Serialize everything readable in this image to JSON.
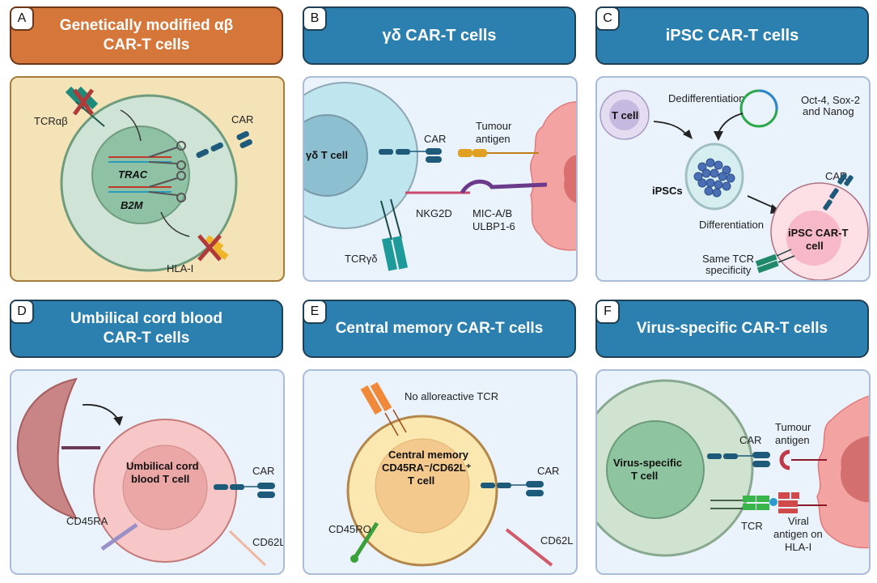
{
  "panels": [
    {
      "letter": "A",
      "title_line1": "Genetically modified αβ",
      "title_line2": "CAR-T cells",
      "header_color": "#d5773a",
      "labels": {
        "tcr": "TCRαβ",
        "car": "CAR",
        "gene1": "TRAC",
        "gene2": "B2M",
        "hla": "HLA-I"
      }
    },
    {
      "letter": "B",
      "title_line1": "γδ CAR-T cells",
      "header_color": "#2b80b0",
      "labels": {
        "cell": "γδ T cell",
        "car": "CAR",
        "antigen_line1": "Tumour",
        "antigen_line2": "antigen",
        "nkg2d": "NKG2D",
        "mic_line1": "MIC-A/B",
        "mic_line2": "ULBP1-6",
        "tcr": "TCRγδ"
      }
    },
    {
      "letter": "C",
      "title_line1": "iPSC CAR-T cells",
      "header_color": "#2b80b0",
      "labels": {
        "tcell": "T cell",
        "dediff": "Dedifferentiation",
        "factors_line1": "Oct-4, Sox-2",
        "factors_line2": "and Nanog",
        "ipscs": "iPSCs",
        "diff": "Differentiation",
        "car": "CAR",
        "cell_line1": "iPSC CAR-T",
        "cell_line2": "cell",
        "tcr_line1": "Same TCR",
        "tcr_line2": "specificity"
      }
    },
    {
      "letter": "D",
      "title_line1": "Umbilical cord blood",
      "title_line2": "CAR-T cells",
      "header_color": "#2b80b0",
      "labels": {
        "cell_line1": "Umbilical cord",
        "cell_line2": "blood T cell",
        "car": "CAR",
        "cd45ra": "CD45RA",
        "cd62l": "CD62L"
      }
    },
    {
      "letter": "E",
      "title_line1": "Central memory CAR-T cells",
      "header_color": "#2b80b0",
      "labels": {
        "tcr": "No alloreactive TCR",
        "cell_line1": "Central memory",
        "cell_line2": "CD45RA⁻/CD62L⁺",
        "cell_line3": "T cell",
        "car": "CAR",
        "cd45ro": "CD45RO",
        "cd62l": "CD62L"
      }
    },
    {
      "letter": "F",
      "title_line1": "Virus-specific CAR-T cells",
      "header_color": "#2b80b0",
      "labels": {
        "cell_line1": "Virus-specific",
        "cell_line2": "T cell",
        "car": "CAR",
        "antigen_line1": "Tumour",
        "antigen_line2": "antigen",
        "tcr": "TCR",
        "viral_line1": "Viral",
        "viral_line2": "antigen on",
        "viral_line3": "HLA-I"
      }
    }
  ]
}
